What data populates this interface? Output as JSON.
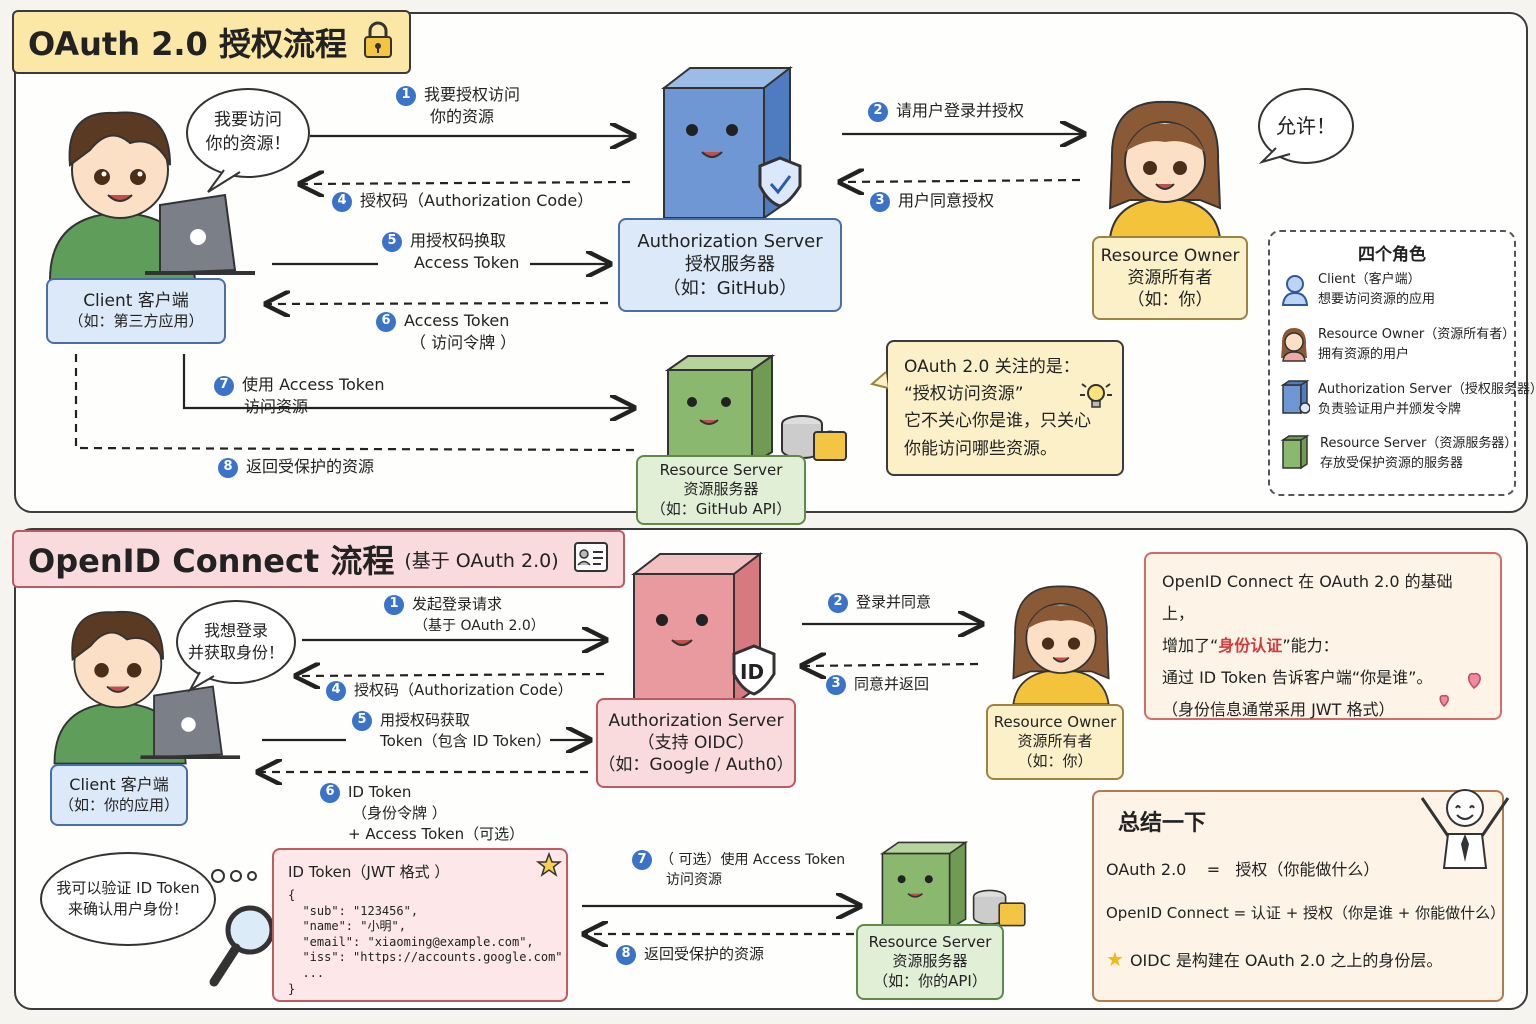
{
  "oauth": {
    "title": "OAuth 2.0 授权流程",
    "client_bubble": [
      "我要访问",
      "你的资源！"
    ],
    "owner_bubble": "允许！",
    "client_box": [
      "Client 客户端",
      "（如：第三方应用）"
    ],
    "auth_box": [
      "Authorization Server",
      "授权服务器",
      "（如：GitHub）"
    ],
    "owner_box": [
      "Resource Owner",
      "资源所有者",
      "（如：你）"
    ],
    "resource_box": [
      "Resource Server",
      "资源服务器",
      "（如：GitHub API）"
    ],
    "steps": [
      {
        "n": "1",
        "lines": [
          "我要授权访问",
          "你的资源"
        ]
      },
      {
        "n": "2",
        "lines": [
          "请用户登录并授权"
        ]
      },
      {
        "n": "3",
        "lines": [
          "用户同意授权"
        ]
      },
      {
        "n": "4",
        "lines": [
          "授权码（Authorization Code）"
        ]
      },
      {
        "n": "5",
        "lines": [
          "用授权码换取",
          "Access Token"
        ]
      },
      {
        "n": "6",
        "lines": [
          "Access Token",
          "（ 访问令牌 ）"
        ]
      },
      {
        "n": "7",
        "lines": [
          "使用 Access Token",
          "访问资源"
        ]
      },
      {
        "n": "8",
        "lines": [
          "返回受保护的资源"
        ]
      }
    ],
    "focus_note": [
      "OAuth 2.0 关注的是：",
      "“授权访问资源”",
      "它不关心你是谁，只关心",
      "你能访问哪些资源。"
    ],
    "legend": {
      "title": "四个角色",
      "items": [
        {
          "name": "Client（客户端）",
          "desc": "想要访问资源的应用",
          "icon": "client-avatar-icon"
        },
        {
          "name": "Resource Owner（资源所有者）",
          "desc": "拥有资源的用户",
          "icon": "owner-avatar-icon"
        },
        {
          "name": "Authorization Server（授权服务器）",
          "desc": "负责验证用户并颁发令牌",
          "icon": "blue-server-icon"
        },
        {
          "name": "Resource Server（资源服务器）",
          "desc": "存放受保护资源的服务器",
          "icon": "green-server-icon"
        }
      ]
    }
  },
  "oidc": {
    "title": "OpenID Connect 流程",
    "title_sub": "(基于 OAuth 2.0)",
    "client_bubble": [
      "我想登录",
      "并获取身份！"
    ],
    "client_box": [
      "Client 客户端",
      "（如：你的应用）"
    ],
    "auth_box": [
      "Authorization Server",
      "（支持 OIDC）",
      "（如：Google / Auth0）"
    ],
    "id_badge": "ID",
    "owner_box": [
      "Resource Owner",
      "资源所有者",
      "（如：你）"
    ],
    "resource_box": [
      "Resource Server",
      "资源服务器",
      "（如：你的API）"
    ],
    "steps": [
      {
        "n": "1",
        "lines": [
          "发起登录请求",
          "（基于 OAuth 2.0）"
        ]
      },
      {
        "n": "2",
        "lines": [
          "登录并同意"
        ]
      },
      {
        "n": "3",
        "lines": [
          "同意并返回"
        ]
      },
      {
        "n": "4",
        "lines": [
          "授权码（Authorization Code）"
        ]
      },
      {
        "n": "5",
        "lines": [
          "用授权码获取",
          "Token（包含 ID Token）"
        ]
      },
      {
        "n": "6",
        "lines": [
          "ID Token",
          "（身份令牌 ）",
          "+ Access Token（可选）"
        ]
      },
      {
        "n": "7",
        "lines": [
          "（ 可选）使用 Access Token",
          "访问资源"
        ]
      },
      {
        "n": "8",
        "lines": [
          "返回受保护的资源"
        ]
      }
    ],
    "verify_bubble": [
      "我可以验证 ID Token",
      "来确认用户身份！"
    ],
    "id_token_card": {
      "title": "ID Token（JWT 格式 ）",
      "code": "{\n  \"sub\": \"123456\",\n  \"name\": \"小明\",\n  \"email\": \"xiaoming@example.com\",\n  \"iss\": \"https://accounts.google.com\"\n  ...\n}"
    },
    "info_note": {
      "line1": "OpenID Connect 在 OAuth 2.0 的基础上，",
      "line2_pre": "增加了“",
      "line2_hl": "身份认证",
      "line2_post": "”能力：",
      "line3": "通过 ID Token 告诉客户端“你是谁”。",
      "line4": "（身份信息通常采用 JWT 格式）"
    },
    "summary": {
      "title": "总结一下",
      "row1": "OAuth 2.0    =   授权（你能做什么）",
      "row2": "OpenID Connect = 认证 + 授权（你是谁 + 你能做什么）",
      "row3": "OIDC 是构建在 OAuth 2.0 之上的身份层。"
    }
  },
  "colors": {
    "blue_server": "#6f97d3",
    "green_server": "#8bb86f",
    "pink_server": "#e89a9e",
    "step_badge": "#3a73c7",
    "highlight": "#d43a3a"
  }
}
